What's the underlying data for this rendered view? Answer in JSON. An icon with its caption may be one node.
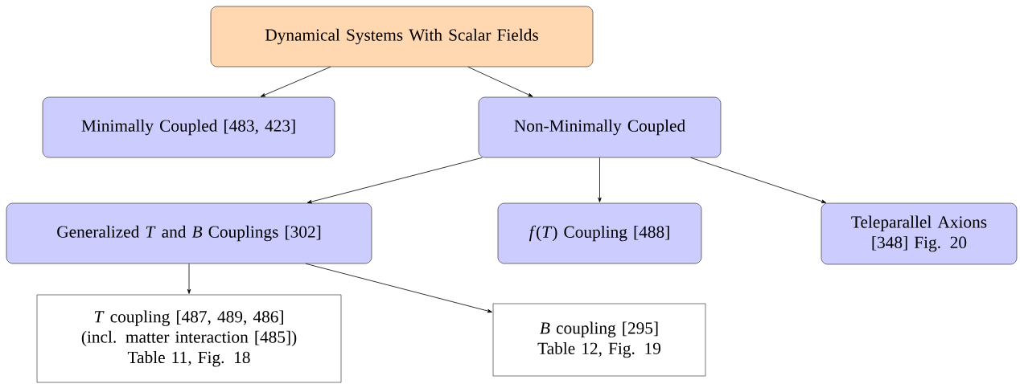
{
  "diagram": {
    "nodes": [
      {
        "text": [
          "Dynamical Systems With Scalar Fields"
        ]
      },
      {
        "text": [
          "Minimally Coupled [483, 423]"
        ]
      },
      {
        "text": [
          "Non-Minimally Coupled"
        ]
      },
      {
        "text": [
          "Generalized *T* and *B* Couplings [302]"
        ]
      },
      {
        "text": [
          "*f*(*T*) Coupling [488]"
        ]
      },
      {
        "text": [
          "Teleparallel Axions [348] Fig. 20"
        ]
      },
      {
        "text": [
          "*T* coupling [487, 489, 486]",
          "(incl. matter interaction [485])",
          "Table 11, Fig. 18"
        ]
      },
      {
        "text": [
          "*B* coupling [295]",
          "Table 12, Fig. 19"
        ]
      }
    ],
    "edges": [
      {
        "from": 0,
        "to": 1,
        "arrow": "to"
      },
      {
        "from": 0,
        "to": 2,
        "arrow": "to"
      },
      {
        "from": 2,
        "to": 3,
        "arrow": "to"
      },
      {
        "from": 2,
        "to": 4,
        "arrow": "to"
      },
      {
        "from": 2,
        "to": 5,
        "arrow": "to"
      },
      {
        "from": 3,
        "to": 6,
        "arrow": "to"
      },
      {
        "from": 3,
        "to": 7,
        "arrow": "to"
      }
    ]
  }
}
